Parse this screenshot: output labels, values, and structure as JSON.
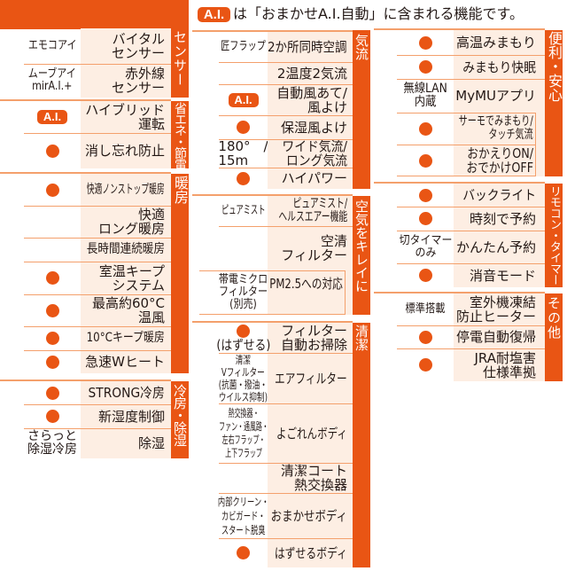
{
  "note": {
    "badge": "A.I.",
    "text": "は「おまかせA.I.自動」に含まれる機能です。"
  },
  "colors": {
    "accent": "#E95514",
    "feature_cell_bg": "#FDEEE3",
    "rule": "#F4A06C",
    "text": "#231815",
    "label_text": "#FFFFFF"
  },
  "tables": {
    "left": {
      "sections": [
        {
          "label": "センサー",
          "rows": [
            {
              "mark_type": "text",
              "mark": "エモコアイ",
              "feature": "バイタル\nセンサー"
            },
            {
              "mark_type": "text",
              "mark": "ムーブアイ\nmirA.I.+",
              "feature": "赤外線\nセンサー"
            }
          ]
        },
        {
          "label": "省エネ・節電",
          "rows": [
            {
              "mark_type": "ai-badge",
              "mark": "A.I.",
              "feature": "ハイブリッド\n運転"
            },
            {
              "mark_type": "dot",
              "icon": "dot-icon",
              "feature": "消し忘れ防止"
            }
          ]
        },
        {
          "label": "暖房",
          "rows": [
            {
              "mark_type": "dot",
              "icon": "dot-icon",
              "feature": "快適ノンストップ暖房"
            },
            {
              "mark_type": "none",
              "mark": "",
              "feature": "快適\nロング暖房"
            },
            {
              "mark_type": "none",
              "mark": "",
              "feature": "長時間連続暖房"
            },
            {
              "mark_type": "dot",
              "icon": "dot-icon",
              "feature": "室温キープ\nシステム"
            },
            {
              "mark_type": "dot",
              "icon": "dot-icon",
              "feature": "最高約60°C\n温風"
            },
            {
              "mark_type": "dot",
              "icon": "dot-icon",
              "feature": "10°Cキープ暖房"
            },
            {
              "mark_type": "dot",
              "icon": "dot-icon",
              "feature": "急速Wヒート"
            }
          ]
        },
        {
          "label": "冷房・除湿",
          "rows": [
            {
              "mark_type": "dot",
              "icon": "dot-icon",
              "feature": "STRONG冷房"
            },
            {
              "mark_type": "dot",
              "icon": "dot-icon",
              "feature": "新湿度制御"
            },
            {
              "mark_type": "text",
              "mark": "さらっと\n除湿冷房",
              "feature": "除湿"
            }
          ]
        }
      ]
    },
    "middle": {
      "sections": [
        {
          "label": "気流",
          "rows": [
            {
              "mark_type": "text",
              "mark": "匠フラップ",
              "feature": "2か所同時空調"
            },
            {
              "mark_type": "none",
              "mark": "",
              "feature": "2温度2気流"
            },
            {
              "mark_type": "ai-badge",
              "mark": "A.I.",
              "feature": "自動風あて/\n風よけ"
            },
            {
              "mark_type": "dot",
              "icon": "dot-icon",
              "feature": "保湿風よけ"
            },
            {
              "mark_type": "text",
              "mark": "180°　/\n15m",
              "feature": "ワイド気流/\nロング気流"
            },
            {
              "mark_type": "dot",
              "icon": "dot-icon",
              "feature": "ハイパワー"
            }
          ]
        },
        {
          "label": "空気をキレイに",
          "rows": [
            {
              "mark_type": "text",
              "mark": "ピュアミスト",
              "feature": "ピュアミスト/\nヘルスエアー機能"
            },
            {
              "mark_type": "none",
              "mark": "",
              "feature": "空清\nフィルター"
            },
            {
              "mark_type": "text",
              "mark": "帯電ミクロ\nフィルター\n(別売)",
              "feature": "PM2.5への対応",
              "nested": true
            }
          ]
        },
        {
          "label": "清潔",
          "rows": [
            {
              "mark_type": "dot",
              "icon": "dot-icon",
              "mark_note": "(はずせる)",
              "feature": "フィルター\n自動お掃除"
            },
            {
              "mark_type": "text",
              "mark": "清潔\nVフィルター\n(抗菌・撥油・\nウイルス抑制)",
              "feature": "エアフィルター"
            },
            {
              "mark_type": "text",
              "mark": "熱交換器・\nファン・通風路・\n左右フラップ・\n上下フラップ",
              "feature": "よごれんボディ"
            },
            {
              "mark_type": "none",
              "mark": "",
              "feature": "清潔コート\n熱交換器"
            },
            {
              "mark_type": "text",
              "mark": "内部クリーン・\nカビガード・\nスタート脱臭",
              "feature": "おまかせボディ"
            },
            {
              "mark_type": "dot",
              "icon": "dot-icon",
              "feature": "はずせるボディ"
            }
          ]
        }
      ]
    },
    "right": {
      "sections": [
        {
          "label": "便利・安心",
          "rows": [
            {
              "mark_type": "dot",
              "icon": "dot-icon",
              "feature": "高温みまもり"
            },
            {
              "mark_type": "dot",
              "icon": "dot-icon",
              "feature": "みまもり快眠"
            },
            {
              "mark_type": "text",
              "mark": "無線LAN\n内蔵",
              "feature": "MyMUアプリ"
            },
            {
              "mark_type": "dot",
              "icon": "dot-icon",
              "feature": "サーモでみまもり/\nタッチ気流",
              "nested": true
            },
            {
              "mark_type": "dot",
              "icon": "dot-icon",
              "feature": "おかえりON/\nおでかけOFF",
              "nested": true
            }
          ]
        },
        {
          "label": "リモコン・タイマー",
          "rows": [
            {
              "mark_type": "dot",
              "icon": "dot-icon",
              "feature": "バックライト"
            },
            {
              "mark_type": "dot",
              "icon": "dot-icon",
              "feature": "時刻で予約"
            },
            {
              "mark_type": "text",
              "mark": "切タイマー\nのみ",
              "feature": "かんたん予約"
            },
            {
              "mark_type": "dot",
              "icon": "dot-icon",
              "feature": "消音モード"
            }
          ]
        },
        {
          "label": "その他",
          "rows": [
            {
              "mark_type": "text",
              "mark": "標準搭載",
              "feature": "室外機凍結\n防止ヒーター"
            },
            {
              "mark_type": "dot",
              "icon": "dot-icon",
              "feature": "停電自動復帰"
            },
            {
              "mark_type": "dot",
              "icon": "dot-icon",
              "feature": "JRA耐塩害\n仕様準拠"
            }
          ]
        }
      ]
    }
  }
}
